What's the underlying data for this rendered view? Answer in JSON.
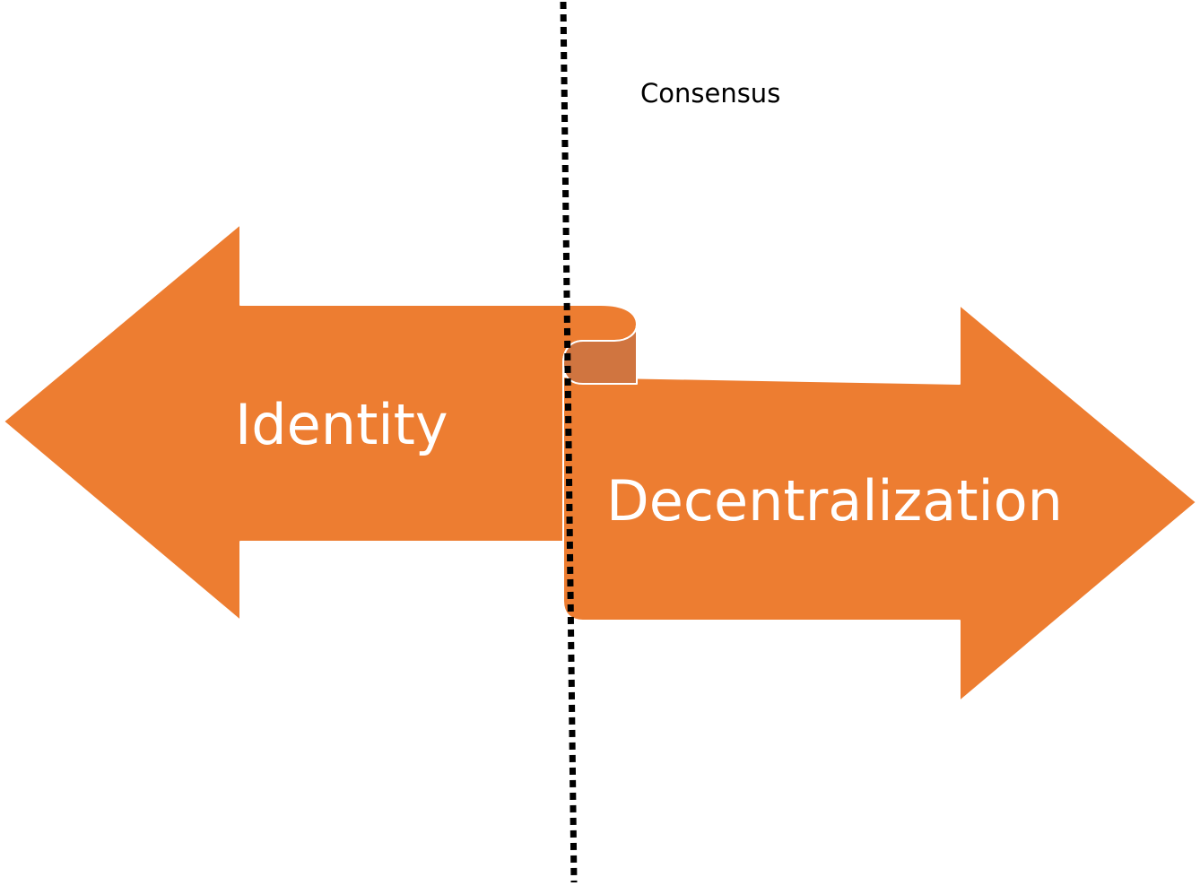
{
  "diagram": {
    "top_label": "Consensus",
    "left_arrow_label": "Identity",
    "right_arrow_label": "Decentralization",
    "colors": {
      "arrow_fill": "#ED7D31",
      "fold_fill": "#D07540",
      "outline": "#ffffff",
      "divider": "#000000",
      "label_text": "#ffffff",
      "top_label_text": "#000000"
    }
  }
}
